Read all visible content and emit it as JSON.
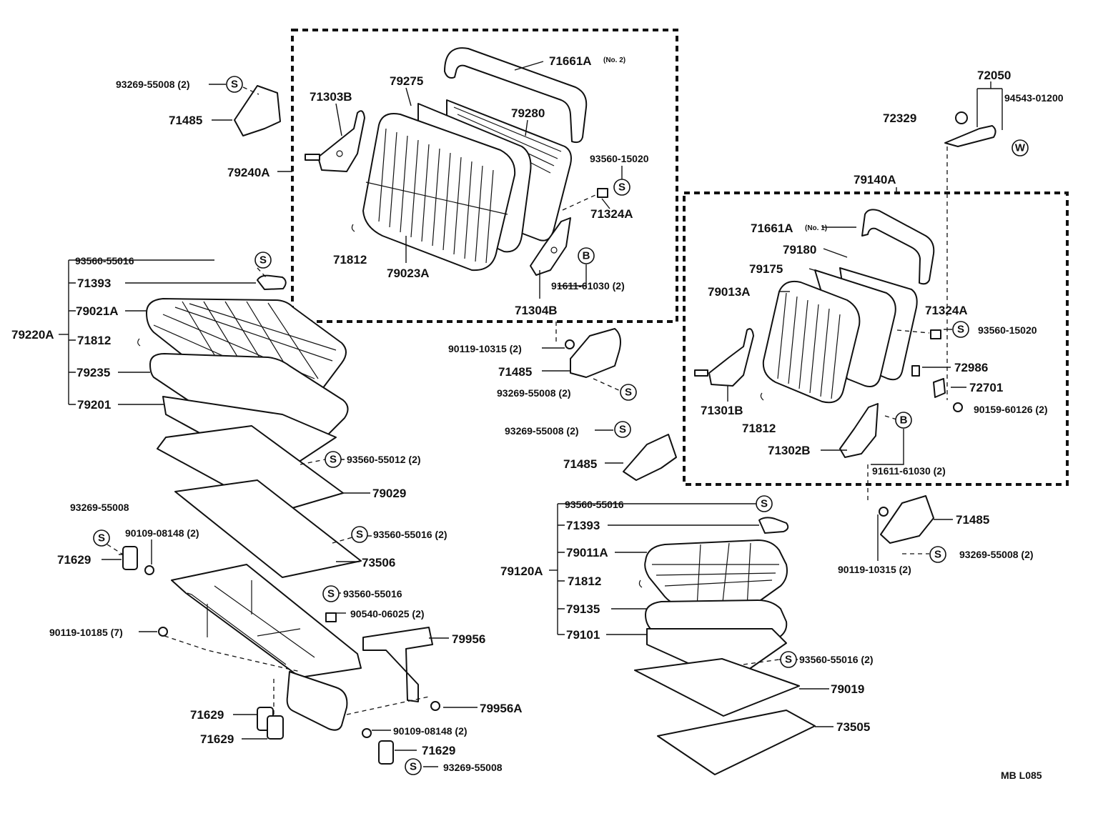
{
  "diagram": {
    "code": "MB  L085",
    "circle_symbols": {
      "S": "S",
      "W": "W",
      "B": "B"
    },
    "labels": {
      "p93269_55008_2_a": "93269-55008 (2)",
      "p71485_a": "71485",
      "p79240A": "79240A",
      "p71303B": "71303B",
      "p79275": "79275",
      "p71661A_no2": "71661A",
      "no2": "(No. 2)",
      "p79280": "79280",
      "p93560_15020_a": "93560-15020",
      "p71324A_a": "71324A",
      "p71812_a": "71812",
      "p79023A": "79023A",
      "p91611_61030_2_a": "91611-61030 (2)",
      "p71304B": "71304B",
      "p72050": "72050",
      "p94543_01200": "94543-01200",
      "p72329": "72329",
      "p79140A": "79140A",
      "p71661A_no1": "71661A",
      "no1": "(No. 1)",
      "p79180": "79180",
      "p79175": "79175",
      "p79013A": "79013A",
      "p71324A_b": "71324A",
      "p93560_15020_b": "93560-15020",
      "p72986": "72986",
      "p72701": "72701",
      "p90159_60126_2": "90159-60126 (2)",
      "p71301B": "71301B",
      "p71812_b": "71812",
      "p71302B": "71302B",
      "p91611_61030_2_b": "91611-61030 (2)",
      "p93560_55016_a": "93560-55016",
      "p71393_a": "71393",
      "p79021A": "79021A",
      "p79220A": "79220A",
      "p71812_c": "71812",
      "p79235": "79235",
      "p79201": "79201",
      "p93560_55012_2": "93560-55012 (2)",
      "p79029": "79029",
      "p93269_55008_a": "93269-55008",
      "p90109_08148_2_a": "90109-08148 (2)",
      "p71629_a": "71629",
      "p93560_55016_2_a": "93560-55016 (2)",
      "p73506": "73506",
      "p93560_55016_b": "93560-55016",
      "p90540_06025_2": "90540-06025 (2)",
      "p90119_10185_7": "90119-10185 (7)",
      "p79956": "79956",
      "p79956A": "79956A",
      "p71629_b": "71629",
      "p71629_c": "71629",
      "p90109_08148_2_b": "90109-08148 (2)",
      "p71629_d": "71629",
      "p93269_55008_b": "93269-55008",
      "p90119_10315_2_a": "90119-10315 (2)",
      "p71485_b": "71485",
      "p93269_55008_2_b": "93269-55008 (2)",
      "p93269_55008_2_c": "93269-55008 (2)",
      "p71485_c": "71485",
      "p93560_55016_c": "93560-55016",
      "p71393_b": "71393",
      "p79011A": "79011A",
      "p79120A": "79120A",
      "p71812_d": "71812",
      "p79135": "79135",
      "p79101": "79101",
      "p93560_55016_2_b": "93560-55016 (2)",
      "p79019": "79019",
      "p73505": "73505",
      "p71485_d": "71485",
      "p90119_10315_2_b": "90119-10315 (2)",
      "p93269_55008_2_d": "93269-55008 (2)"
    }
  }
}
